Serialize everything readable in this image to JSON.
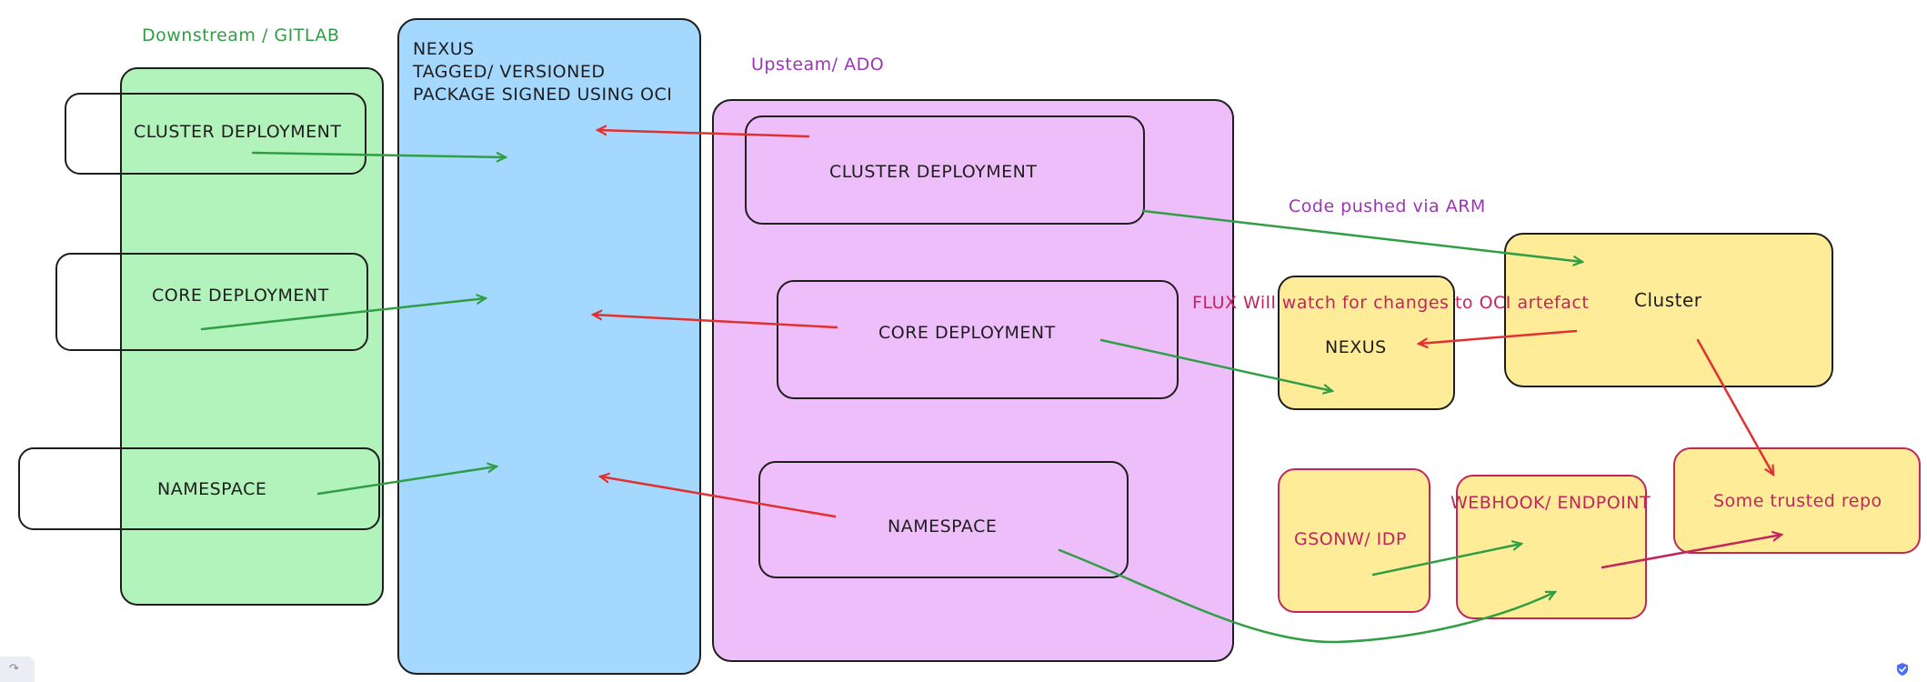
{
  "colors": {
    "ink": "#1e1e1e",
    "green_fill": "#b2f2bb",
    "blue_fill": "#a5d8ff",
    "purple_fill": "#eebefa",
    "yellow_fill": "#ffec99",
    "green_stroke": "#2f9e44",
    "red_stroke": "#e03131",
    "pink_stroke": "#c2255c",
    "purple_text": "#9c36b5",
    "magenta_text": "#c2255c"
  },
  "downstream": {
    "title": "Downstream / GITLAB",
    "items": [
      "CLUSTER DEPLOYMENT",
      "CORE DEPLOYMENT",
      "NAMESPACE"
    ]
  },
  "nexus_repo": {
    "lines": [
      "NEXUS",
      "TAGGED/ VERSIONED",
      "PACKAGE SIGNED USING OCI"
    ]
  },
  "upstream": {
    "title": "Upsteam/ ADO",
    "items": [
      "CLUSTER DEPLOYMENT",
      "CORE DEPLOYMENT",
      "NAMESPACE"
    ]
  },
  "right": {
    "code_pushed": "Code pushed via ARM",
    "flux_note": "FLUX Will watch for changes to OCI artefact",
    "cluster": "Cluster",
    "nexus": "NEXUS",
    "gsonw": "GSONW/ IDP",
    "webhook": "WEBHOOK/ ENDPOINT",
    "trusted_repo": "Some trusted repo"
  },
  "icons": [
    "redo-icon",
    "shield-check-icon"
  ]
}
